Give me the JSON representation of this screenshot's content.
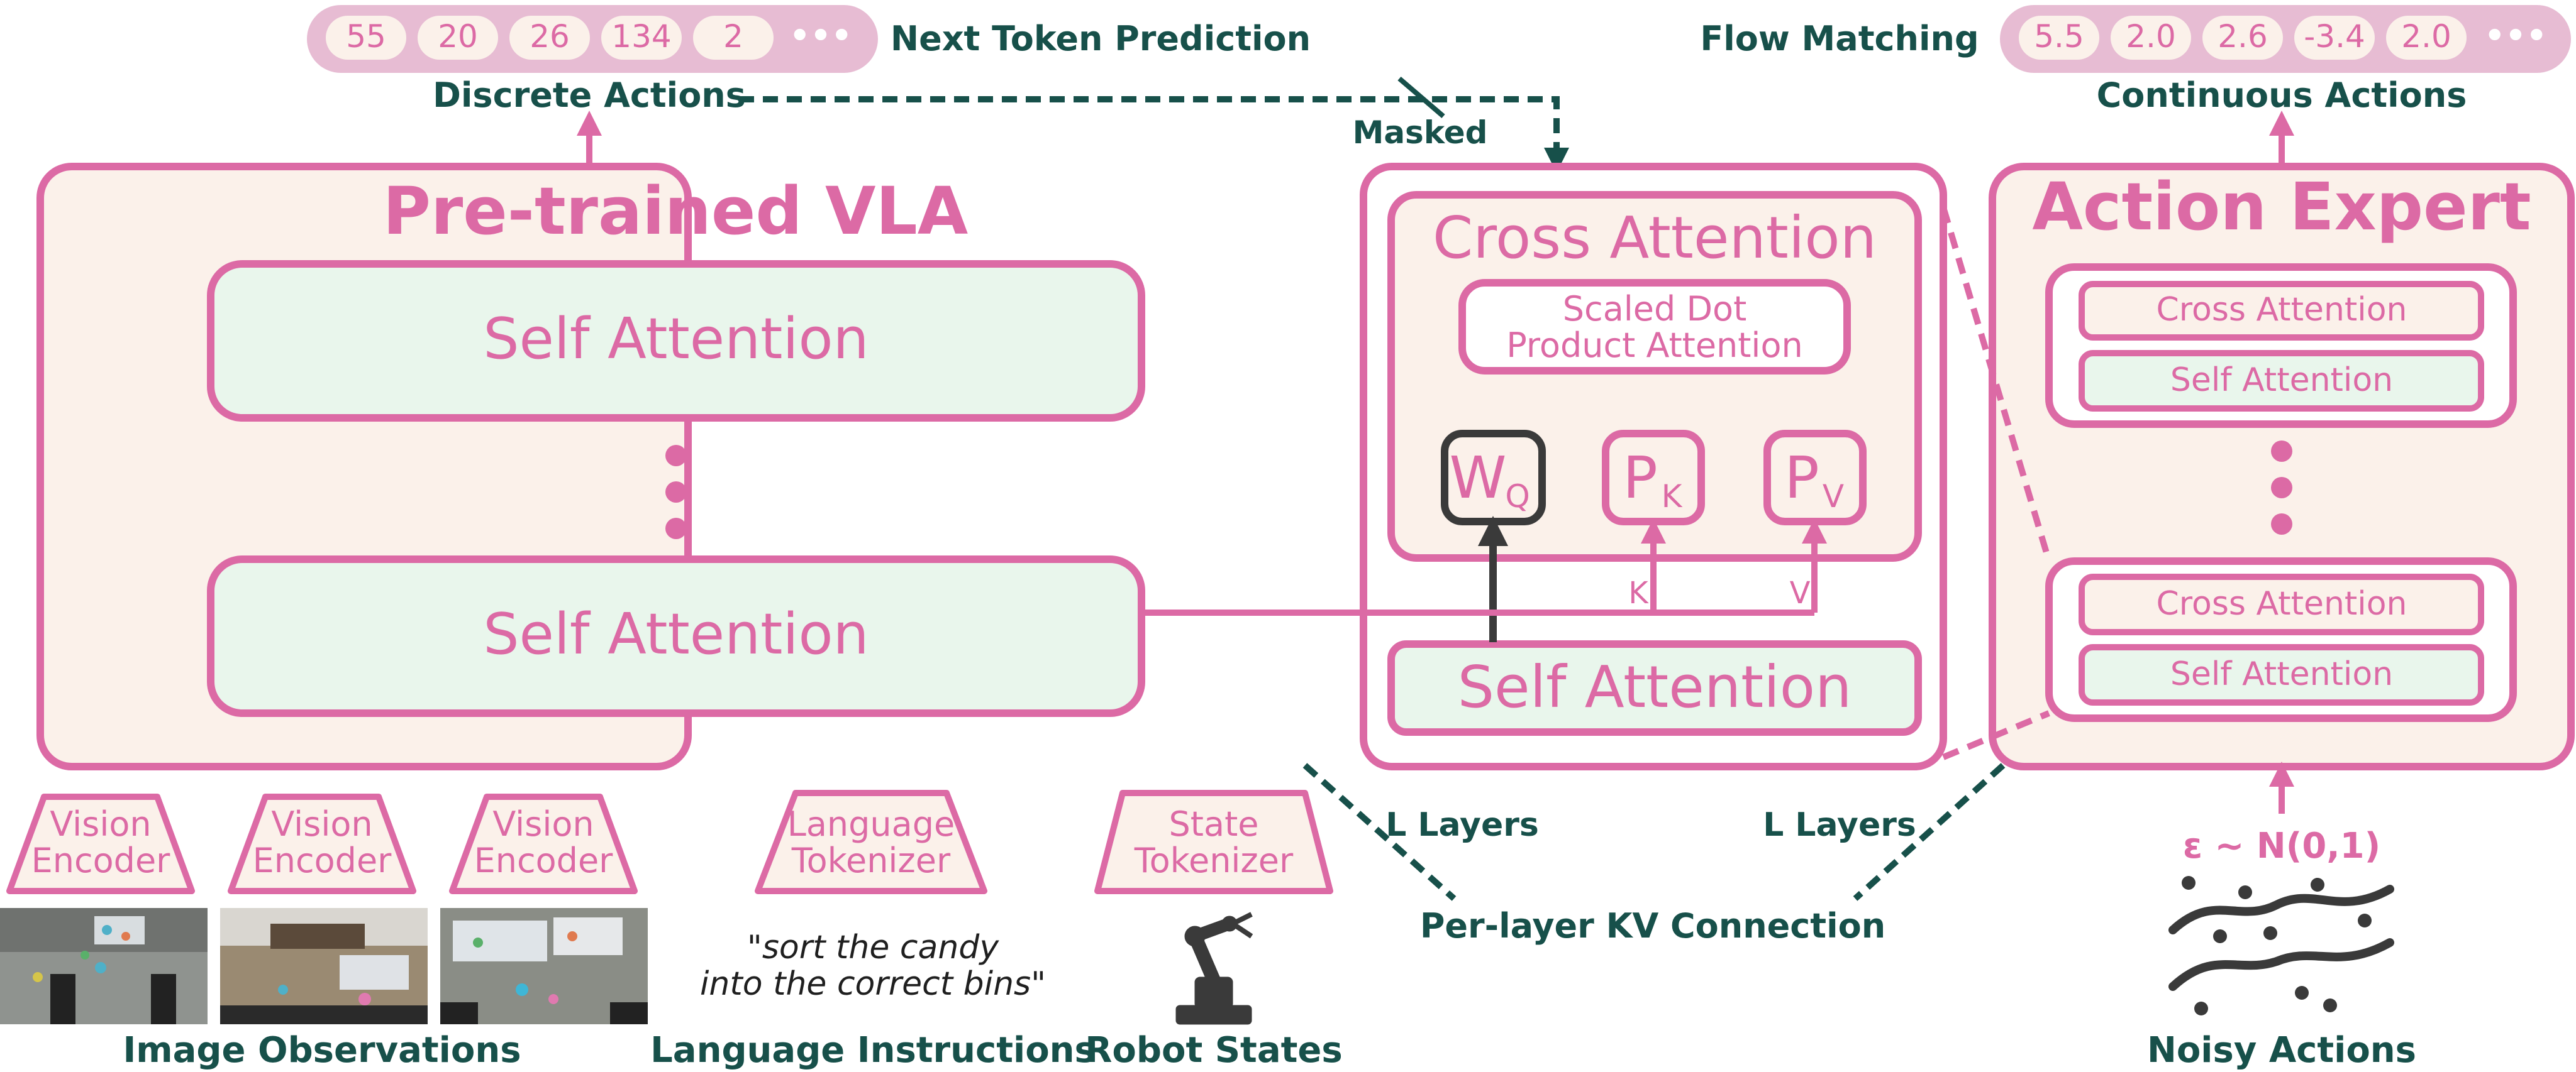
{
  "colors": {
    "pink": "#dc6aa5",
    "pink_fill_light": "#e7bcd3",
    "beige": "#fbf1ea",
    "mint": "#e9f6ec",
    "teal": "#17504a",
    "dark": "#3a3a3a"
  },
  "top": {
    "discrete_tokens": [
      "55",
      "20",
      "26",
      "134",
      "2",
      "•••"
    ],
    "discrete_label": "Discrete Actions",
    "next_token_label": "Next Token Prediction",
    "masked_label": "Masked",
    "flow_matching_label": "Flow Matching",
    "continuous_tokens": [
      "5.5",
      "2.0",
      "2.6",
      "-3.4",
      "2.0",
      "•••"
    ],
    "continuous_label": "Continuous Actions"
  },
  "vla": {
    "title": "Pre-trained VLA",
    "self_attention_top": "Self Attention",
    "self_attention_bottom": "Self Attention"
  },
  "middle": {
    "cross_attention_title": "Cross Attention",
    "sdpa_line1": "Scaled Dot",
    "sdpa_line2": "Product Attention",
    "wq_main": "W",
    "wq_sub": "Q",
    "pk_main": "P",
    "pk_sub": "K",
    "pv_main": "P",
    "pv_sub": "V",
    "k_label": "K",
    "v_label": "V",
    "self_attention": "Self Attention"
  },
  "expert": {
    "title": "Action Expert",
    "cross_attention_1": "Cross Attention",
    "self_attention_1": "Self Attention",
    "cross_attention_2": "Cross Attention",
    "self_attention_2": "Self Attention",
    "noise_label": "ε ~ N(0,1)"
  },
  "bottom": {
    "vision_encoder_line1": "Vision",
    "vision_encoder_line2": "Encoder",
    "language_tokenizer_line1": "Language",
    "language_tokenizer_line2": "Tokenizer",
    "state_tokenizer_line1": "State",
    "state_tokenizer_line2": "Tokenizer",
    "instruction_line1": "\"sort the candy",
    "instruction_line2": "into the correct bins\"",
    "image_observations": "Image Observations",
    "language_instructions": "Language Instructions",
    "robot_states": "Robot States",
    "l_layers_left": "L Layers",
    "l_layers_right": "L Layers",
    "per_layer_kv": "Per-layer KV Connection",
    "noisy_actions": "Noisy Actions"
  }
}
